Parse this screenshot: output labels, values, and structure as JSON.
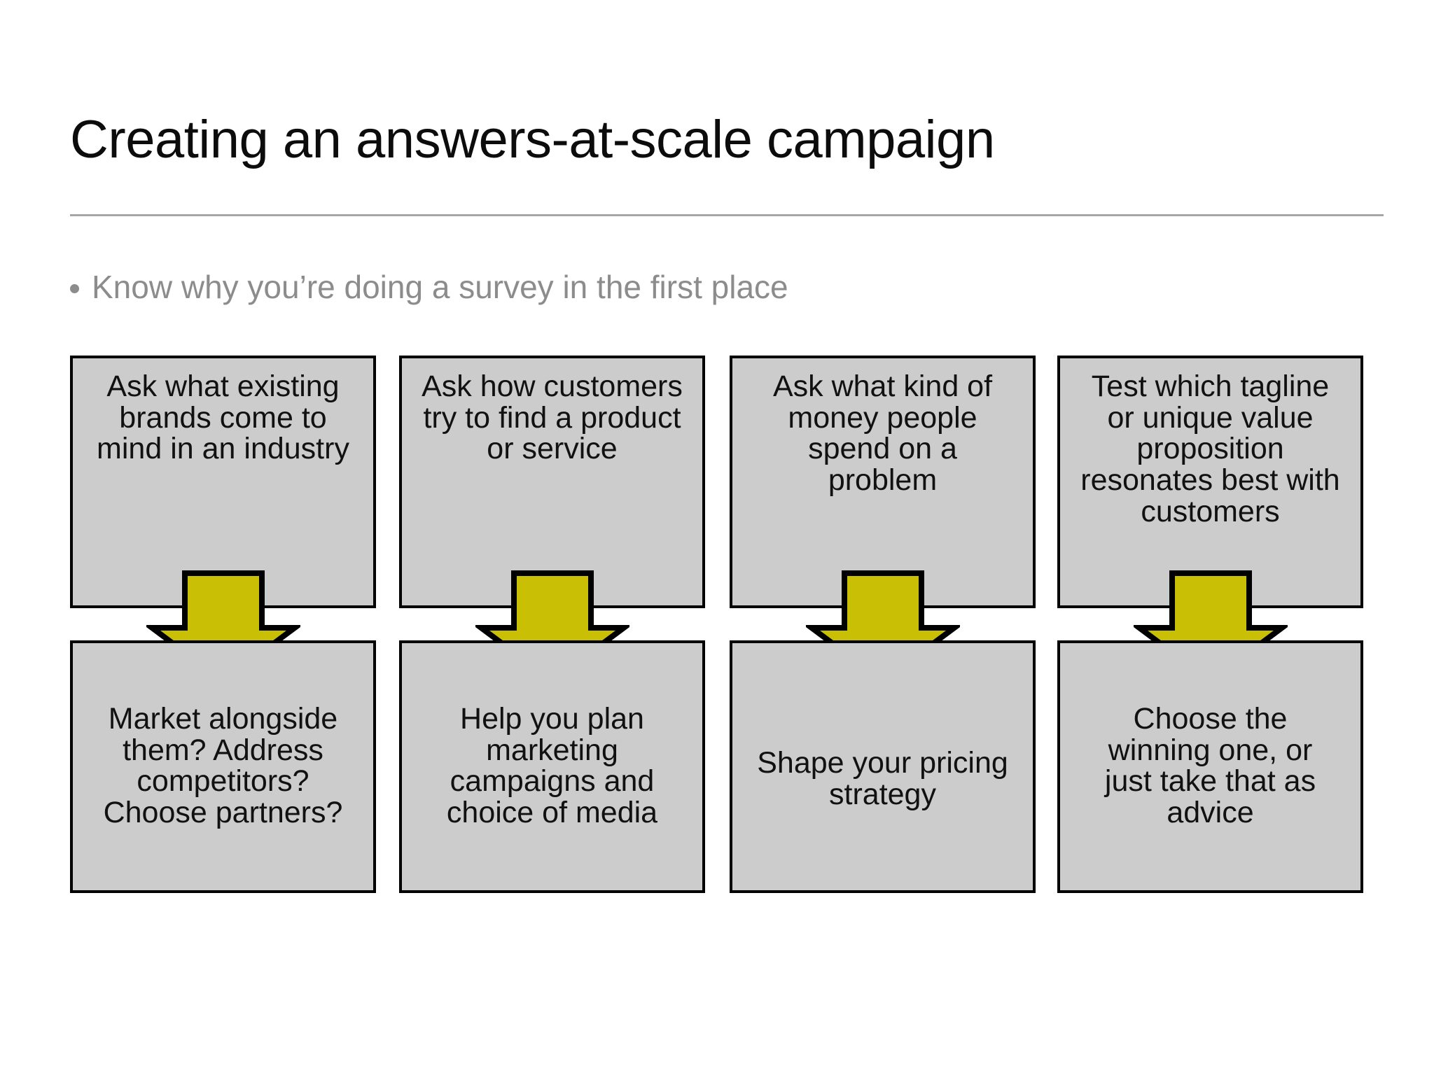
{
  "slide": {
    "title": "Creating an answers-at-scale campaign",
    "bullet": {
      "marker": "bullet-dot",
      "text": "Know why you’re doing a survey in the first place"
    },
    "colors": {
      "background": "#ffffff",
      "title_text": "#0c0c0c",
      "rule": "#a6a6a6",
      "bullet_text": "#8c8c8c",
      "box_fill": "#cccccc",
      "box_border": "#000000",
      "arrow_fill": "#c9c005",
      "arrow_stroke": "#000000"
    }
  },
  "diagram": {
    "type": "flow-columns",
    "column_count": 4,
    "arrow_icon": "arrow-down-icon",
    "columns": [
      {
        "index": 1,
        "top_box": "Ask what existing\nbrands come to\nmind in an industry",
        "arrow": "down-arrow",
        "bottom_box": "Market alongside\nthem? Address\ncompetitors?\nChoose partners?"
      },
      {
        "index": 2,
        "top_box": "Ask how customers\ntry to find a product\nor service",
        "arrow": "down-arrow",
        "bottom_box": "Help you plan\nmarketing\ncampaigns and\nchoice of media"
      },
      {
        "index": 3,
        "top_box": "Ask what kind of\nmoney people\nspend on a\nproblem",
        "arrow": "down-arrow",
        "bottom_box": "Shape your pricing\nstrategy"
      },
      {
        "index": 4,
        "top_box": "Test which tagline\nor unique value\nproposition\nresonates best with\ncustomers",
        "arrow": "down-arrow",
        "bottom_box": "Choose the\nwinning one, or\njust take that as\nadvice"
      }
    ]
  }
}
